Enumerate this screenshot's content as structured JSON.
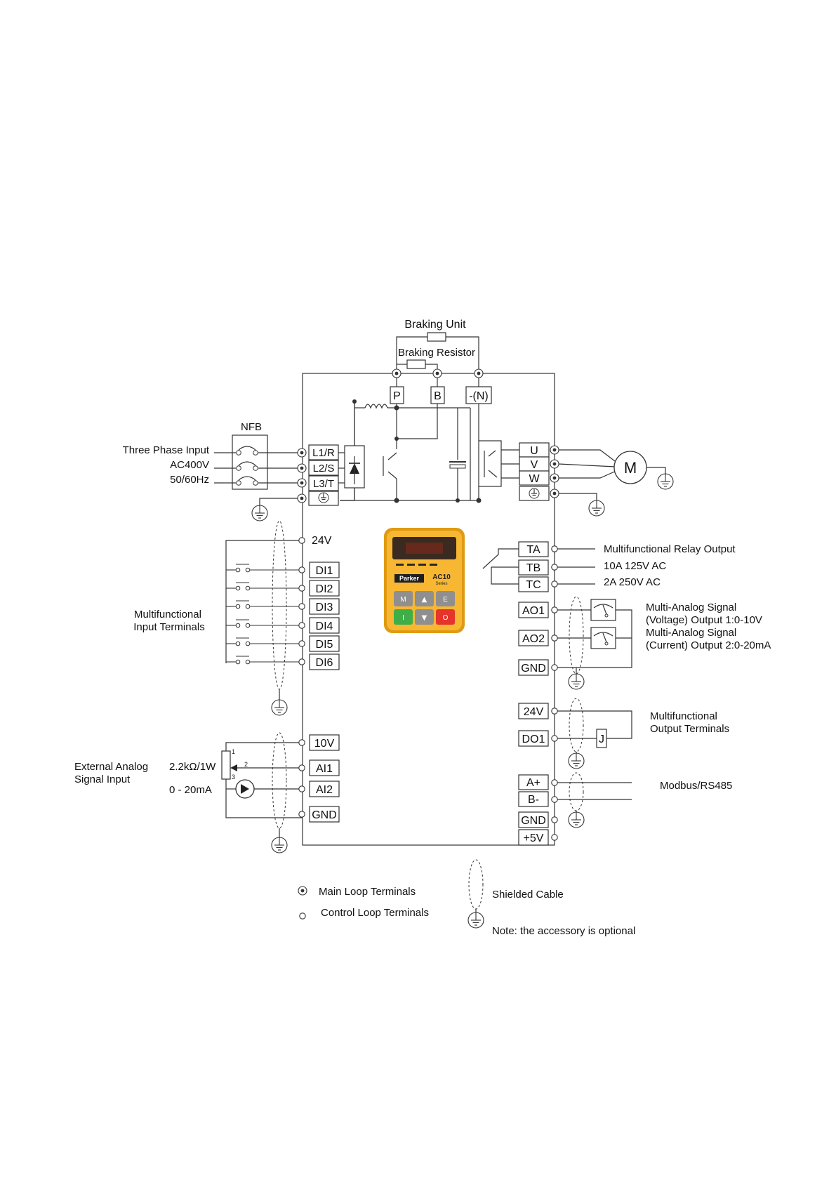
{
  "braking": {
    "unit_label": "Braking Unit",
    "resistor_label": "Braking Resistor",
    "terminals": [
      "P",
      "B",
      "-(N)"
    ]
  },
  "input": {
    "nfb_label": "NFB",
    "line1": "Three Phase Input",
    "line2": "AC400V",
    "line3": "50/60Hz",
    "terminals": [
      "L1/R",
      "L2/S",
      "L3/T"
    ]
  },
  "output": {
    "terminals": [
      "U",
      "V",
      "W"
    ],
    "motor_label": "M"
  },
  "di": {
    "label_line1": "Multifunctional",
    "label_line2": "Input Terminals",
    "supply": "24V",
    "terminals": [
      "DI1",
      "DI2",
      "DI3",
      "DI4",
      "DI5",
      "DI6"
    ]
  },
  "analog_in": {
    "label_line1": "External Analog",
    "label_line2": "Signal Input",
    "pot_label": "2.2kΩ/1W",
    "current_label": "0 - 20mA",
    "pins": [
      "1",
      "2",
      "3"
    ],
    "terminals": [
      "10V",
      "AI1",
      "AI2",
      "GND"
    ]
  },
  "relay": {
    "terminals": [
      "TA",
      "TB",
      "TC"
    ],
    "label": "Multifunctional Relay Output",
    "rating1": "10A 125V AC",
    "rating2": "2A    250V AC"
  },
  "analog_out": {
    "terminals": [
      "AO1",
      "AO2",
      "GND"
    ],
    "line1": "Multi-Analog Signal",
    "line2": "(Voltage) Output 1:0-10V",
    "line3": "Multi-Analog Signal",
    "line4": "(Current) Output 2:0-20mA"
  },
  "digital_out": {
    "terminals": [
      "24V",
      "DO1"
    ],
    "relay_label": "J",
    "line1": "Multifunctional",
    "line2": "Output Terminals"
  },
  "modbus": {
    "terminals": [
      "A+",
      "B-",
      "GND",
      "+5V"
    ],
    "label": "Modbus/RS485"
  },
  "keypad": {
    "brand": "Parker",
    "model": "AC10",
    "series": "Series",
    "keys": [
      "M",
      "▲",
      "E",
      "I",
      "▼",
      "O"
    ]
  },
  "legend": {
    "main": "Main Loop Terminals",
    "control": "Control Loop Terminals",
    "shield": "Shielded Cable",
    "note": "Note: the accessory is optional"
  },
  "colors": {
    "keypad_body": "#f7b733",
    "keypad_frame": "#e09a12",
    "display": "#3a2a20",
    "key_green": "#3fae49",
    "key_red": "#e5342b",
    "key_gray": "#8f8f8f"
  }
}
